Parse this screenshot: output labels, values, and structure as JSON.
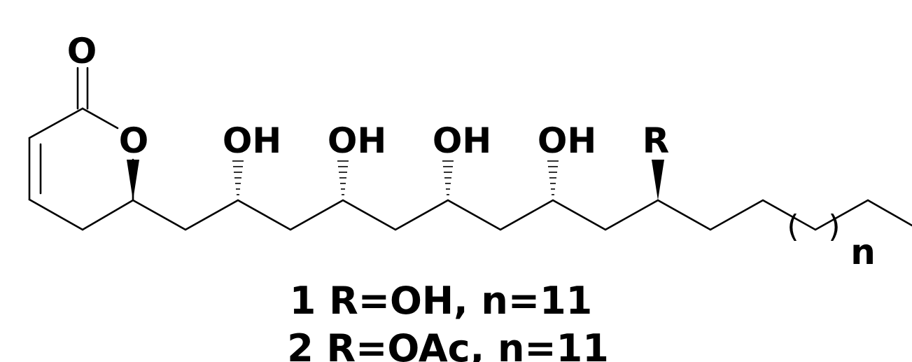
{
  "structure": {
    "atoms": {
      "carbonyl_o": "O",
      "ring_o": "O",
      "hydroxyls": [
        "OH",
        "OH",
        "OH",
        "OH"
      ],
      "r_group": "R",
      "repeat_index": "n",
      "paren_open": "(",
      "paren_close": ")"
    },
    "compounds": [
      {
        "label": "1 R=OH, n=11"
      },
      {
        "label": "2 R=OAc, n=11"
      }
    ]
  }
}
